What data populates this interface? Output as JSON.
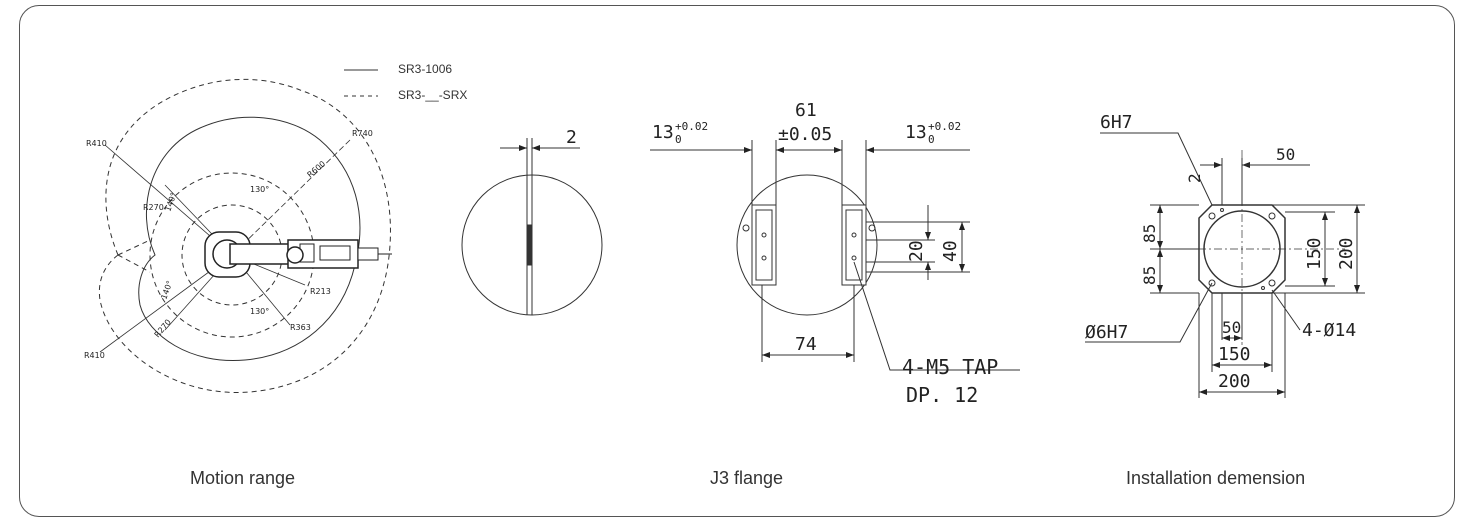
{
  "legend": {
    "solid_label": "SR3-1006",
    "dashed_label": "SR3-__-SRX"
  },
  "motion_range": {
    "caption": "Motion range",
    "labels": {
      "r410_top": "R410",
      "r740": "R740",
      "r600": "R600",
      "r270_top": "R270",
      "a130_top": "130°",
      "a140_top": "140°",
      "r213": "R213",
      "a140_bottom": "140°",
      "a130_bottom": "130°",
      "r363": "R363",
      "r270_bottom": "R270",
      "r410_bottom": "R410"
    }
  },
  "detail": {
    "dim": "2"
  },
  "j3_flange": {
    "caption": "J3 flange",
    "labels": {
      "tol_left": "13",
      "tol_left_sup": "+0.02",
      "tol_left_sub": "0",
      "center_top": "61",
      "center_bottom": "±0.05",
      "tol_right": "13",
      "tol_right_sup": "+0.02",
      "tol_right_sub": "0",
      "dim20": "20",
      "dim40": "40",
      "dim74": "74",
      "tap1": "4-M5 TAP",
      "tap2": "DP. 12"
    }
  },
  "installation": {
    "caption": "Installation demension",
    "labels": {
      "h7": "6H7",
      "d2": "2",
      "d50_top": "50",
      "d85a": "85",
      "d85b": "85",
      "d150_v": "150",
      "d200_v": "200",
      "phi6h7": "Ø6H7",
      "d50_bottom": "50",
      "holes": "4-Ø14",
      "d150_h": "150",
      "d200_h": "200"
    }
  }
}
